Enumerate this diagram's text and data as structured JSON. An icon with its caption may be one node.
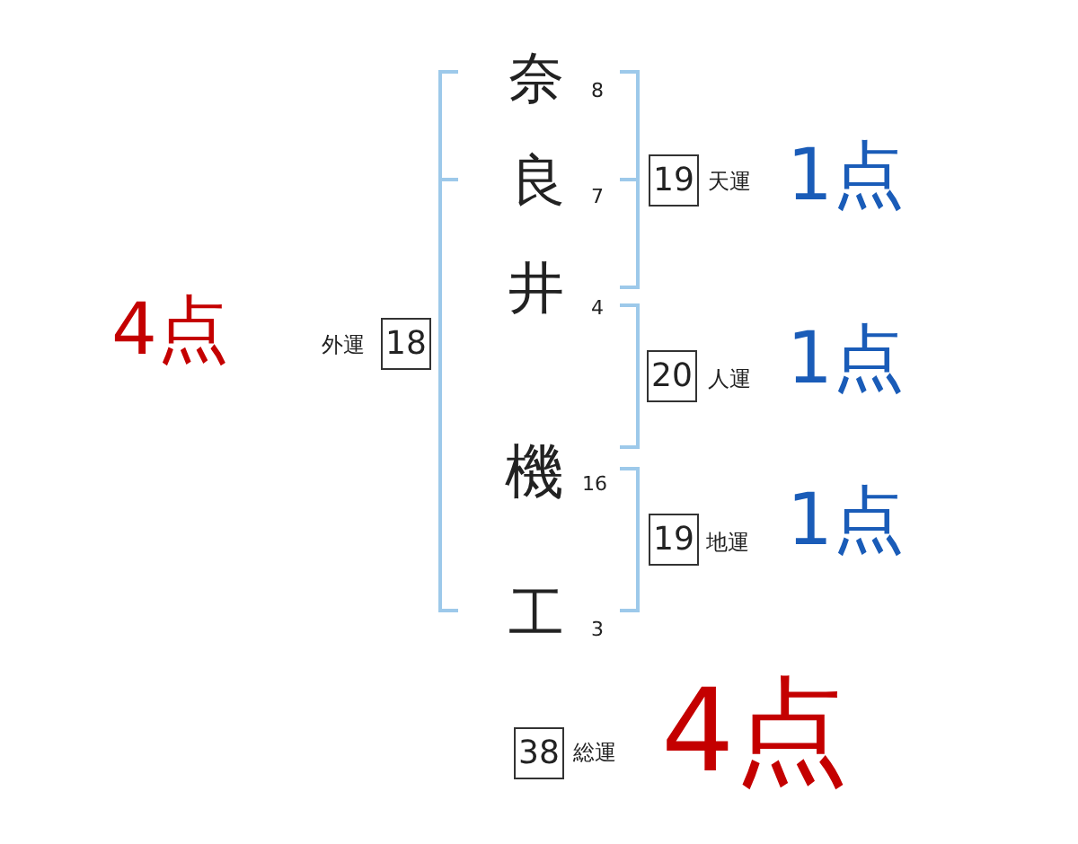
{
  "diagram": {
    "nodes": [
      {
        "text": [
          "18"
        ],
        "beside": [
          "外運",
          "4点"
        ]
      },
      {
        "text": [
          "19"
        ],
        "beside": [
          "天運",
          "1点"
        ]
      },
      {
        "text": [
          "20"
        ],
        "beside": [
          "人運",
          "1点"
        ]
      },
      {
        "text": [
          "19"
        ],
        "beside": [
          "地運",
          "1点"
        ]
      },
      {
        "text": [
          "38"
        ],
        "beside": [
          "総運",
          "4点"
        ]
      }
    ],
    "labels": [
      "奈",
      "8",
      "良",
      "7",
      "井",
      "4",
      "機",
      "16",
      "工",
      "3"
    ]
  }
}
